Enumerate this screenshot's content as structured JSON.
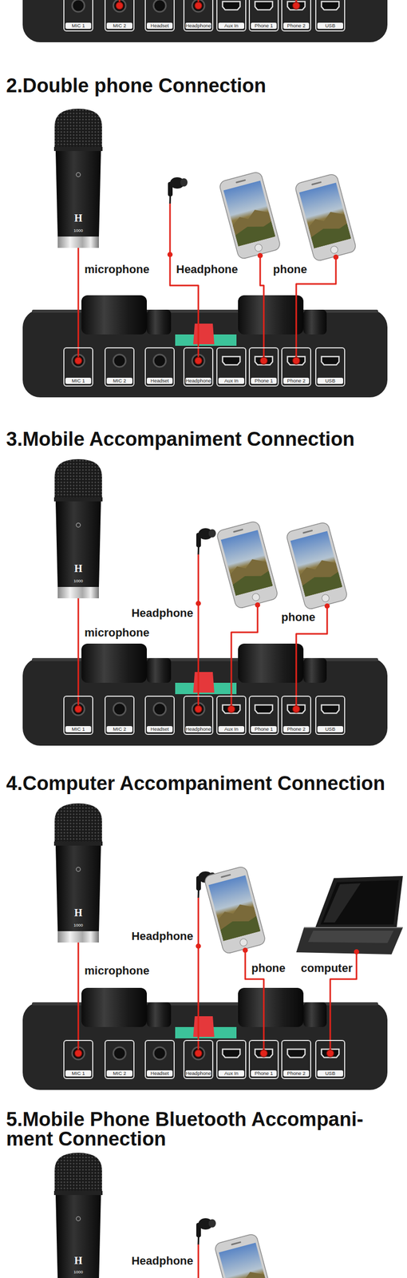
{
  "diagram": {
    "nodes": [
      {
        "text": [
          "MIC 1"
        ]
      },
      {
        "text": [
          "MIC 2"
        ]
      },
      {
        "text": [
          "Headset"
        ]
      },
      {
        "text": [
          "Headphone"
        ]
      },
      {
        "text": [
          "Aux In"
        ]
      },
      {
        "text": [
          "Phone 1"
        ]
      },
      {
        "text": [
          "Phone 2"
        ]
      },
      {
        "text": [
          "USB"
        ]
      },
      {
        "text": [
          "MIC 1"
        ]
      },
      {
        "text": [
          "MIC 2"
        ]
      },
      {
        "text": [
          "Headset"
        ]
      },
      {
        "text": [
          "Headphone"
        ]
      },
      {
        "text": [
          "Aux In"
        ]
      },
      {
        "text": [
          "Phone 1"
        ]
      },
      {
        "text": [
          "Phone 2"
        ]
      },
      {
        "text": [
          "USB"
        ]
      },
      {
        "text": [
          "MIC 1"
        ]
      },
      {
        "text": [
          "MIC 2"
        ]
      },
      {
        "text": [
          "Headset"
        ]
      },
      {
        "text": [
          "Headphone"
        ]
      },
      {
        "text": [
          "Aux In"
        ]
      },
      {
        "text": [
          "Phone 1"
        ]
      },
      {
        "text": [
          "Phone 2"
        ]
      },
      {
        "text": [
          "USB"
        ]
      },
      {
        "text": [
          "MIC 1"
        ]
      },
      {
        "text": [
          "MIC 2"
        ]
      },
      {
        "text": [
          "Headset"
        ]
      },
      {
        "text": [
          "Headphone"
        ]
      },
      {
        "text": [
          "Aux In"
        ]
      },
      {
        "text": [
          "Phone 1"
        ]
      },
      {
        "text": [
          "Phone 2"
        ]
      },
      {
        "text": [
          "USB"
        ]
      }
    ],
    "labels": [
      "2.Double phone Connection",
      "H",
      "1000",
      "microphone",
      "Headphone",
      "phone",
      "3.Mobile Accompaniment Connection",
      "H",
      "1000",
      "Headphone",
      "phone",
      "microphone",
      "4.Computer Accompaniment Connection",
      "H",
      "1000",
      "Headphone",
      "phone",
      "computer",
      "microphone",
      "5.Mobile Phone Bluetooth Accompani- ment Connection",
      "H",
      "1000",
      "Headphone"
    ]
  }
}
